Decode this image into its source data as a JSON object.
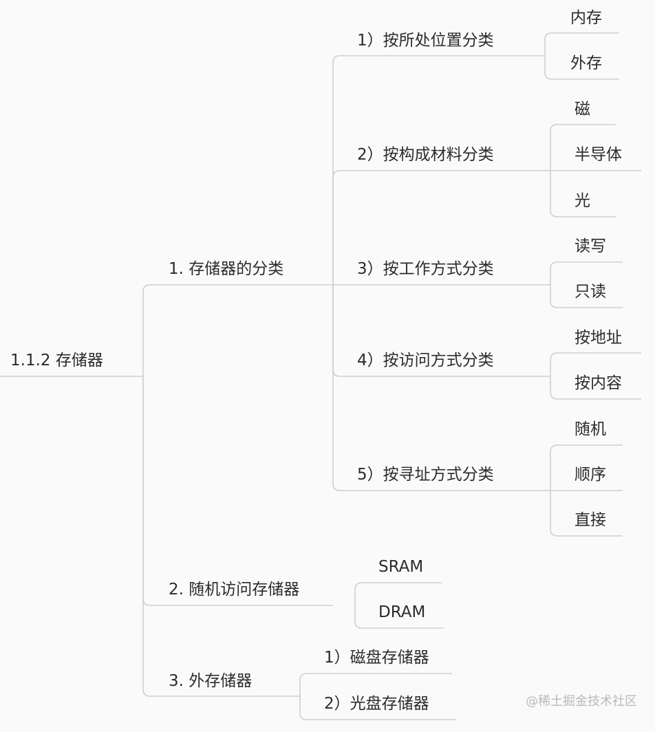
{
  "root": {
    "label": "1.1.2 存储器",
    "children": [
      {
        "label": "1. 存储器的分类",
        "children": [
          {
            "label": "1）按所处位置分类",
            "children": [
              "内存",
              "外存"
            ]
          },
          {
            "label": "2）按构成材料分类",
            "children": [
              "磁",
              "半导体",
              "光"
            ]
          },
          {
            "label": "3）按工作方式分类",
            "children": [
              "读写",
              "只读"
            ]
          },
          {
            "label": "4）按访问方式分类",
            "children": [
              "按地址",
              "按内容"
            ]
          },
          {
            "label": "5）按寻址方式分类",
            "children": [
              "随机",
              "顺序",
              "直接"
            ]
          }
        ]
      },
      {
        "label": "2. 随机访问存储器",
        "children": [
          "SRAM",
          "DRAM"
        ]
      },
      {
        "label": "3. 外存储器",
        "children": [
          "1）磁盘存储器",
          "2）光盘存储器"
        ]
      }
    ]
  },
  "watermark": "@稀土掘金技术社区"
}
